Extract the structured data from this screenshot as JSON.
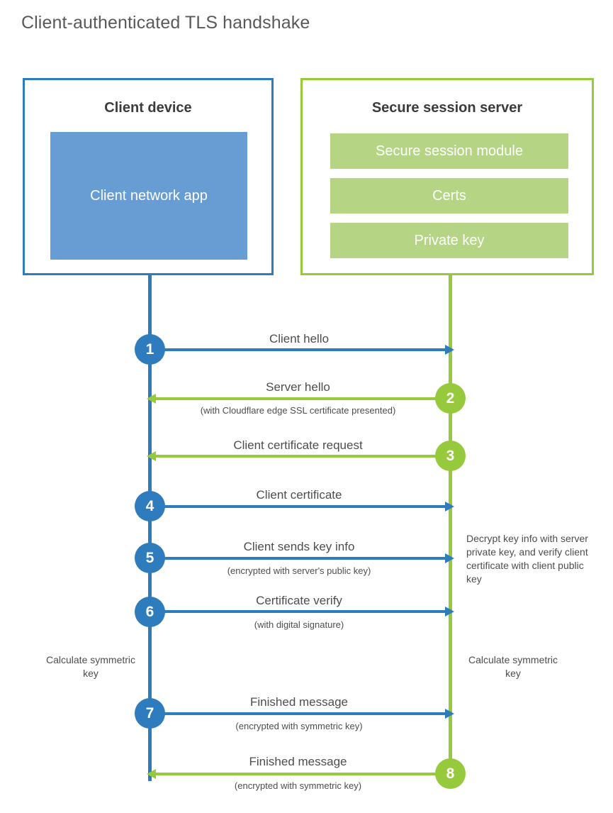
{
  "diagram": {
    "title": "Client-authenticated TLS handshake",
    "accent_blue": "#2e7cbd",
    "accent_green": "#97c93d",
    "client_app_fill": "#679dd3",
    "server_bar_fill": "#b5d584"
  },
  "parties": {
    "client": {
      "title": "Client device",
      "component": "Client network app"
    },
    "server": {
      "title": "Secure session server",
      "components": [
        "Secure session module",
        "Certs",
        "Private key"
      ]
    }
  },
  "steps": [
    {
      "number": "1",
      "direction": "client-to-server",
      "color": "blue",
      "label": "Client hello",
      "sublabel": ""
    },
    {
      "number": "2",
      "direction": "server-to-client",
      "color": "green",
      "label": "Server hello",
      "sublabel": "(with Cloudflare edge SSL certificate presented)"
    },
    {
      "number": "3",
      "direction": "server-to-client",
      "color": "green",
      "label": "Client certificate request",
      "sublabel": ""
    },
    {
      "number": "4",
      "direction": "client-to-server",
      "color": "blue",
      "label": "Client certificate",
      "sublabel": ""
    },
    {
      "number": "5",
      "direction": "client-to-server",
      "color": "blue",
      "label": "Client sends key info",
      "sublabel": "(encrypted with server's public key)"
    },
    {
      "number": "6",
      "direction": "client-to-server",
      "color": "blue",
      "label": "Certificate verify",
      "sublabel": "(with digital signature)"
    },
    {
      "number": "7",
      "direction": "client-to-server",
      "color": "blue",
      "label": "Finished message",
      "sublabel": "(encrypted with symmetric key)"
    },
    {
      "number": "8",
      "direction": "server-to-client",
      "color": "green",
      "label": "Finished message",
      "sublabel": "(encrypted with symmetric key)"
    }
  ],
  "notes": {
    "server_decrypt": "Decrypt key info with server private key, and verify client certificate with client public key",
    "client_calculate": "Calculate symmetric key",
    "server_calculate": "Calculate symmetric key"
  }
}
